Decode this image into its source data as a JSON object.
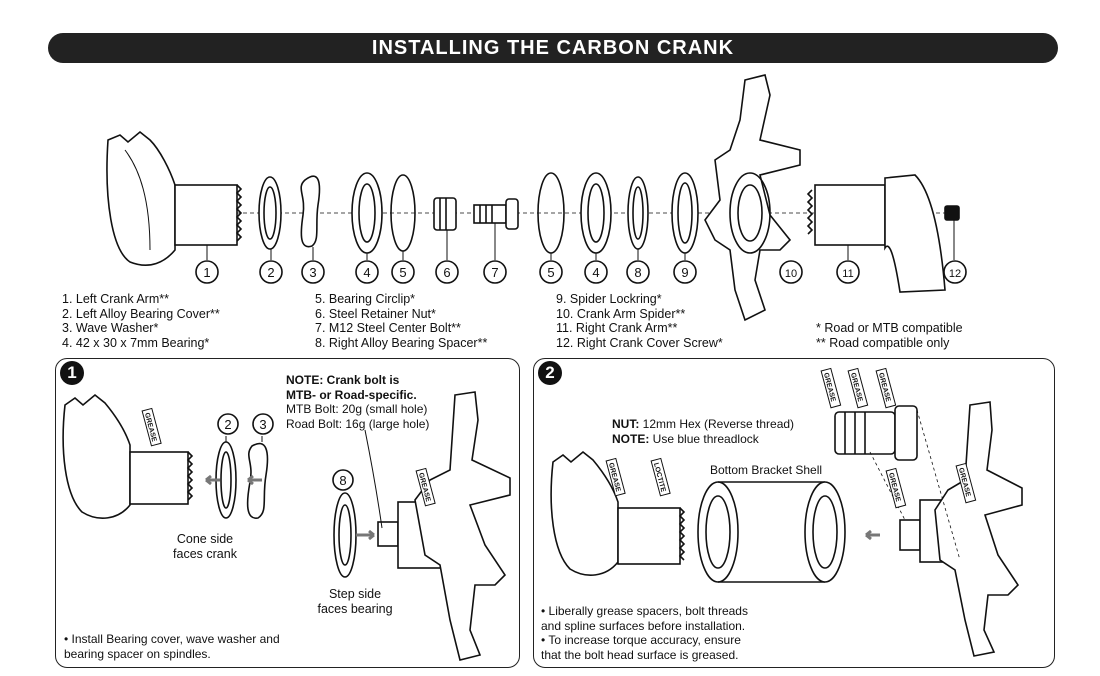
{
  "title": "INSTALLING THE CARBON CRANK",
  "callout_numbers": [
    "1",
    "2",
    "3",
    "4",
    "5",
    "6",
    "7",
    "5",
    "4",
    "8",
    "9",
    "10",
    "11",
    "12"
  ],
  "legend": {
    "col1": [
      "1.  Left Crank Arm**",
      "2.  Left Alloy Bearing Cover**",
      "3.  Wave Washer*",
      "4.  42 x 30 x 7mm Bearing*"
    ],
    "col2": [
      "5. Bearing Circlip*",
      "6. Steel Retainer Nut*",
      "7.  M12 Steel Center Bolt**",
      "8.  Right Alloy Bearing Spacer**"
    ],
    "col3": [
      "9.  Spider Lockring*",
      "10. Crank Arm Spider**",
      "11.  Right Crank Arm**",
      "12. Right Crank Cover Screw*"
    ],
    "col4": [
      "*  Road or MTB compatible",
      "** Road compatible only"
    ]
  },
  "step1": {
    "number": "1",
    "note_lines": [
      "NOTE: Crank bolt is",
      "MTB- or Road-specific."
    ],
    "bolt_lines": [
      "MTB Bolt: 20g (small hole)",
      "Road Bolt: 16g (large hole)"
    ],
    "callouts": [
      "2",
      "3",
      "8"
    ],
    "cone_label": [
      "Cone side",
      "faces crank"
    ],
    "step_label": [
      "Step side",
      "faces bearing"
    ],
    "grease_tags": [
      "GREASE",
      "GREASE"
    ],
    "bullet": [
      "• Install Bearing cover, wave washer and",
      "   bearing spacer on spindles."
    ]
  },
  "step2": {
    "number": "2",
    "nut_label": "NUT:",
    "nut_text": " 12mm Hex (Reverse thread)",
    "note_label": "NOTE:",
    "note_text": " Use blue threadlock",
    "shell_label": "Bottom Bracket Shell",
    "grease_tags": [
      "GREASE",
      "LOCTITE",
      "GREASE",
      "GREASE",
      "GREASE",
      "GREASE",
      "GREASE"
    ],
    "bullets": [
      "• Liberally grease spacers, bolt threads",
      "   and spline surfaces before installation.",
      "• To increase torque accuracy, ensure",
      "   that the bolt head surface is greased."
    ]
  }
}
